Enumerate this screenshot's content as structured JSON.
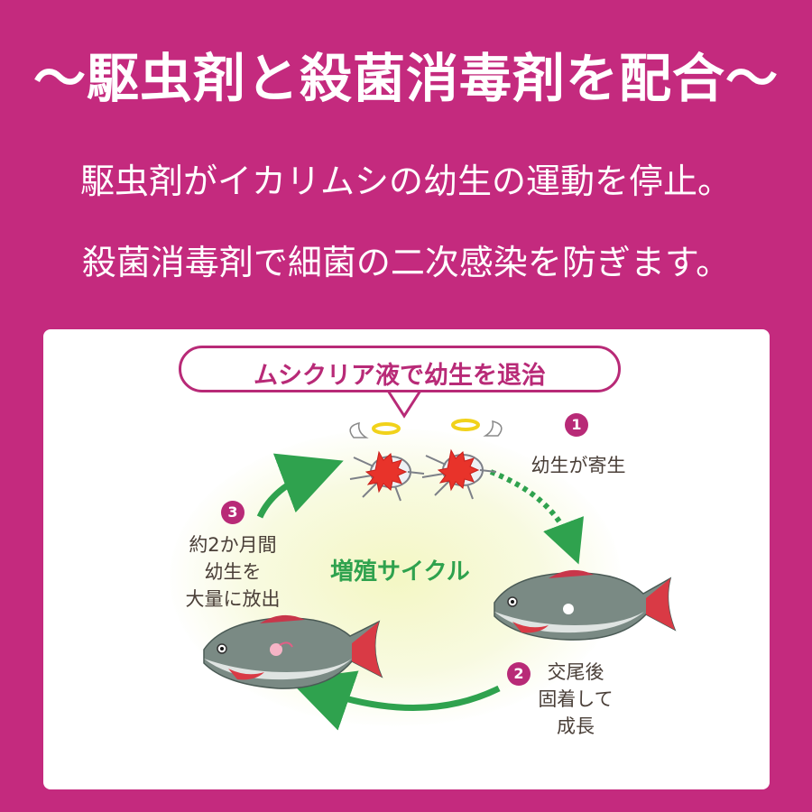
{
  "header": {
    "title": "～駆虫剤と殺菌消毒剤を配合～",
    "line1": "駆虫剤がイカリムシの幼生の運動を停止。",
    "line2": "殺菌消毒剤で細菌の二次感染を防ぎます。"
  },
  "diagram": {
    "bubble_text": "ムシクリア液で幼生を退治",
    "cycle_label": "増殖サイクル",
    "steps": [
      {
        "number": "1",
        "lines": [
          "幼生が寄生"
        ]
      },
      {
        "number": "2",
        "lines": [
          "交尾後",
          "固着して",
          "成長"
        ]
      },
      {
        "number": "3",
        "lines": [
          "約2か月間",
          "幼生を",
          "大量に放出"
        ]
      }
    ]
  },
  "colors": {
    "background": "#c42a7e",
    "accent": "#b82a77",
    "arrow_green": "#2fa24e",
    "text_brown": "#4a3f38"
  }
}
